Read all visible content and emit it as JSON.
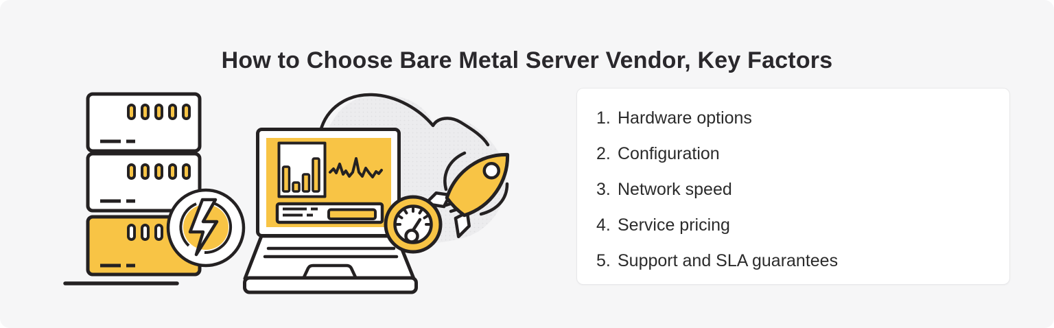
{
  "page": {
    "background_color": "#f6f6f7",
    "title": "How to Choose Bare Metal Server Vendor, Key Factors"
  },
  "colors": {
    "accent_yellow": "#F8C445",
    "outline_dark": "#242122",
    "cloud_gray": "#ececee",
    "cloud_dots": "#dfdfe2",
    "card_background": "#ffffff",
    "card_border": "#e8e8ea",
    "title_text": "#2a282c",
    "list_text": "#2b2b2b"
  },
  "factors_card": {
    "items": [
      {
        "number": "1.",
        "label": "Hardware options"
      },
      {
        "number": "2.",
        "label": "Configuration"
      },
      {
        "number": "3.",
        "label": "Network speed"
      },
      {
        "number": "4.",
        "label": "Service pricing"
      },
      {
        "number": "5.",
        "label": "Support and SLA guarantees"
      }
    ]
  },
  "illustration": {
    "icons": [
      "server-stack-icon",
      "lightning-bolt-icon",
      "cloud-icon",
      "rocket-icon",
      "laptop-icon",
      "bar-chart-icon",
      "pulse-line-icon",
      "progress-bar-icon",
      "speedometer-icon"
    ]
  }
}
